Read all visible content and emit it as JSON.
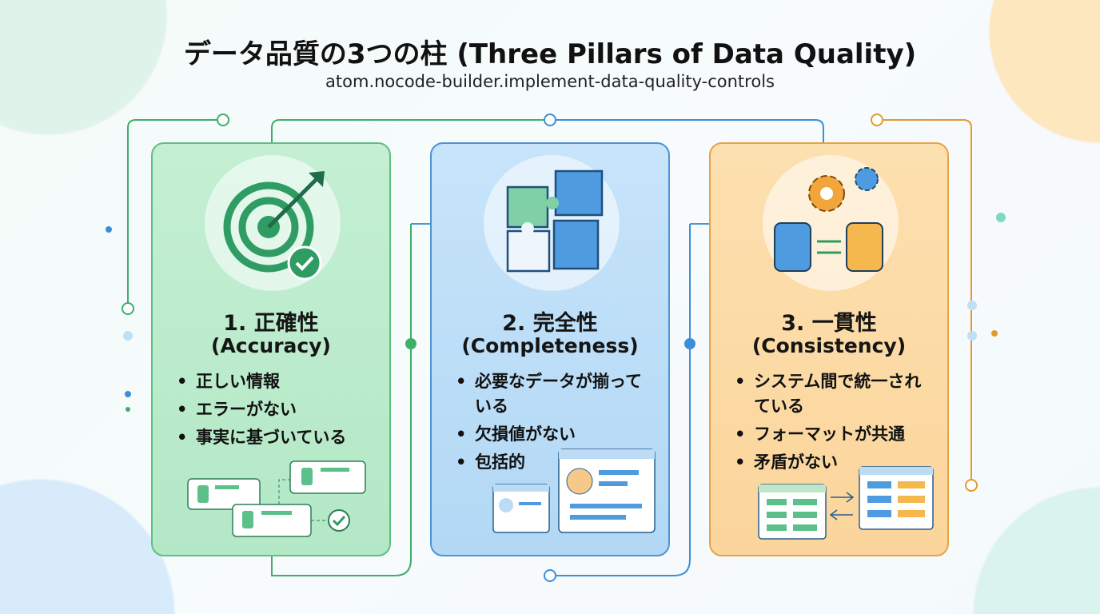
{
  "title": "データ品質の3つの柱 (Three Pillars of Data Quality)",
  "subtitle": "atom.nocode-builder.implement-data-quality-controls",
  "pillars": [
    {
      "heading": "1. 正確性",
      "subheading": "(Accuracy)",
      "icon": "target-check-icon",
      "bullets": [
        "正しい情報",
        "エラーがない",
        "事実に基づいている"
      ],
      "color": "#3fae6a"
    },
    {
      "heading": "2. 完全性",
      "subheading": "(Completeness)",
      "icon": "puzzle-icon",
      "bullets": [
        "必要なデータが揃っている",
        "欠損値がない",
        "包括的"
      ],
      "color": "#3b8fd6"
    },
    {
      "heading": "3. 一貫性",
      "subheading": "(Consistency)",
      "icon": "gear-database-sync-icon",
      "bullets": [
        "システム間で統一されている",
        "フォーマットが共通",
        "矛盾がない"
      ],
      "color": "#e39a2c"
    }
  ]
}
